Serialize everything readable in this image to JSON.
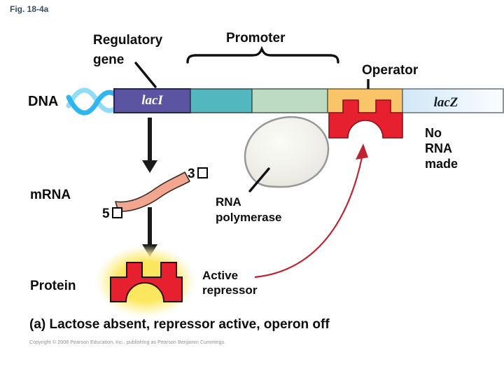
{
  "figure_label": "Fig. 18-4a",
  "labels": {
    "regulatory_gene_line1": "Regulatory",
    "regulatory_gene_line2": "gene",
    "promoter": "Promoter",
    "operator": "Operator",
    "dna": "DNA",
    "mrna": "mRNA",
    "protein": "Protein",
    "rna_polymerase_line1": "RNA",
    "rna_polymerase_line2": "polymerase",
    "active_repressor_line1": "Active",
    "active_repressor_line2": "repressor",
    "no_rna_line1": "No",
    "no_rna_line2": "RNA",
    "no_rna_line3": "made",
    "three_prime_number": "3",
    "five_prime_number": "5"
  },
  "genes": {
    "lacI": "lacI",
    "lacZ": "lacZ"
  },
  "caption": "(a) Lactose absent, repressor active, operon off",
  "copyright": "Copyright © 2008 Pearson Education, Inc., publishing as Pearson Benjamin Cummings.",
  "colors": {
    "laci_segment": "#5a54a3",
    "promoter_segment_left": "#52b7be",
    "promoter_segment_right": "#bbdcc3",
    "operator_segment": "#fac468",
    "repressor_red": "#e6202e",
    "mrna_pink": "#f2a58f",
    "glow_yellow": "#fce96a",
    "helix_blue_front": "#2fb6ee",
    "helix_blue_back": "#90dcf6",
    "arrow_red": "#be2430",
    "arrow_black": "#1a1a1a"
  }
}
